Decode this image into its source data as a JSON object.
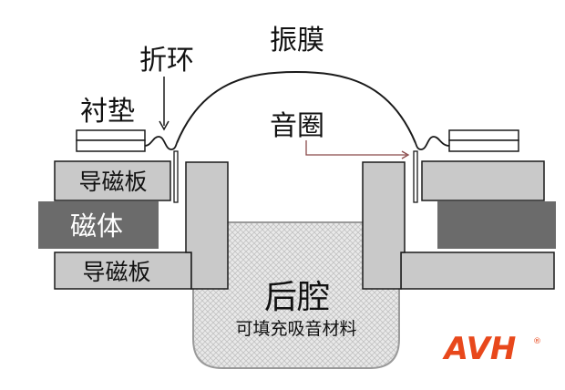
{
  "labels": {
    "diaphragm": "振膜",
    "surround": "折环",
    "gasket": "衬垫",
    "voice_coil": "音圈",
    "top_plate": "导磁板",
    "magnet": "磁体",
    "bottom_plate": "导磁板",
    "back_cavity": "后腔",
    "back_cavity_note": "可填充吸音材料"
  },
  "logo": {
    "text": "AVH",
    "registered": "®"
  },
  "colors": {
    "plate_fill": "#c9c9c9",
    "magnet_fill": "#6b6b6b",
    "cavity_fill": "#e6e6e6",
    "logo_color": "#e8481c",
    "line": "#1a1a1a",
    "arrow": "#8a4a4a"
  }
}
